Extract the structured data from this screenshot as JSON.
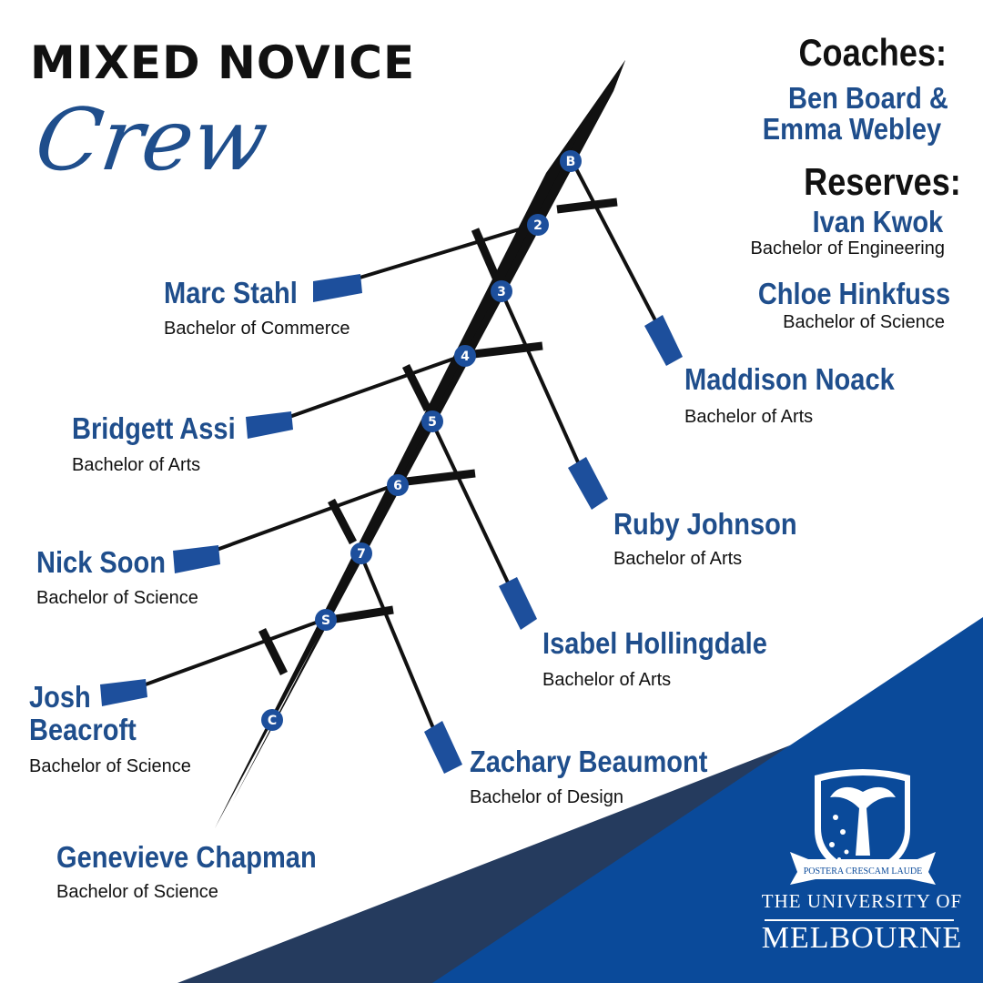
{
  "header": {
    "title": "MIXED NOVICE",
    "subtitle": "Crew"
  },
  "coaches": {
    "heading": "Coaches:",
    "names": [
      "Ben Board &",
      "Emma Webley"
    ]
  },
  "reserves": {
    "heading": "Reserves:",
    "people": [
      {
        "name": "Ivan Kwok",
        "degree": "Bachelor of Engineering"
      },
      {
        "name": "Chloe Hinkfuss",
        "degree": "Bachelor of Science"
      }
    ]
  },
  "crew": [
    {
      "seat": "B",
      "name": "Maddison Noack",
      "degree": "Bachelor of Arts"
    },
    {
      "seat": "2",
      "name": "Marc Stahl",
      "degree": "Bachelor of  Commerce"
    },
    {
      "seat": "3",
      "name": "Ruby Johnson",
      "degree": "Bachelor of Arts"
    },
    {
      "seat": "4",
      "name": "Bridgett Assi",
      "degree": "Bachelor of Arts"
    },
    {
      "seat": "5",
      "name": "Isabel Hollingdale",
      "degree": "Bachelor of Arts"
    },
    {
      "seat": "6",
      "name": "Nick Soon",
      "degree": "Bachelor of Science"
    },
    {
      "seat": "7",
      "name": "Zachary Beaumont",
      "degree": "Bachelor of Design"
    },
    {
      "seat": "S",
      "name_lines": [
        "Josh",
        "Beacroft"
      ],
      "degree": "Bachelor of Science"
    },
    {
      "seat": "C",
      "name": "Genevieve Chapman",
      "degree": "Bachelor of Science"
    }
  ],
  "logo": {
    "motto": "POSTERA CRESCAM LAUDE",
    "line1": "THE UNIVERSITY OF",
    "line2": "MELBOURNE"
  },
  "colors": {
    "brand_blue": "#1f4e8c",
    "dark_navy": "#253b5e",
    "royal_blue": "#0a4a9a",
    "boat": "#111111",
    "blade": "#1d4f9c"
  }
}
